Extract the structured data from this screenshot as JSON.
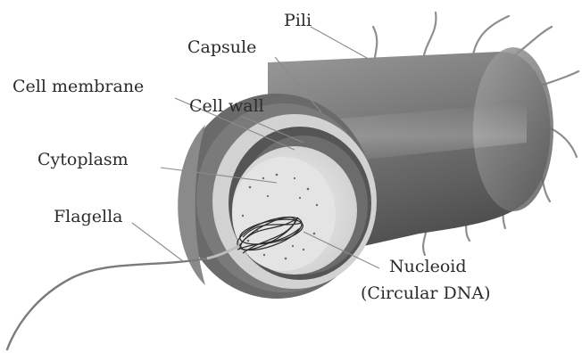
{
  "labels": {
    "pili": "Pili",
    "capsule": "Capsule",
    "cell_membrane": "Cell membrane",
    "cell_wall": "Cell wall",
    "cytoplasm": "Cytoplasm",
    "flagella": "Flagella",
    "nucleoid": "Nucleoid",
    "nucleoid_sub": "(Circular DNA)"
  },
  "colors": {
    "capsule_body": "#6f6f6f",
    "cell_wall_ring": "#cfcfcf",
    "membrane_band": "#5a5a5a",
    "cytoplasm": "#e6e6e6",
    "leader_line": "#8a8a8a",
    "text": "#2b2b2b"
  }
}
